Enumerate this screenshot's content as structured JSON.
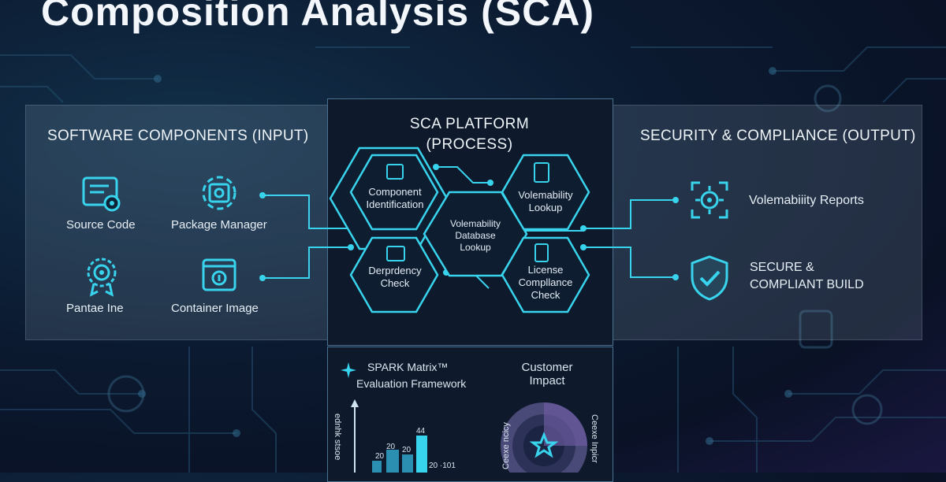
{
  "title": "Composition Analysis (SCA)",
  "input": {
    "heading": "SOFTWARE COMPONENTS (INPUT)",
    "items": [
      "Source Code",
      "Package Manager",
      "Pantae Ine",
      "Container Image"
    ]
  },
  "platform": {
    "heading_line1": "SCA PLATFORM",
    "heading_line2": "(PROCESS)",
    "hexes": [
      {
        "line1": "Component",
        "line2": "Identification",
        "line3": ""
      },
      {
        "line1": "Volemability",
        "line2": "Lookup",
        "line3": ""
      },
      {
        "line1": "Volemability",
        "line2": "Database",
        "line3": "Lookup"
      },
      {
        "line1": "Derprdency",
        "line2": "Check",
        "line3": ""
      },
      {
        "line1": "License",
        "line2": "Compllance",
        "line3": "Check"
      }
    ]
  },
  "output": {
    "heading": "SECURITY & COMPLIANCE (OUTPUT)",
    "items": [
      {
        "line1": "Volemabiiity Reports",
        "line2": ""
      },
      {
        "line1": "SECURE &",
        "line2": "COMPLIANT BUILD"
      }
    ]
  },
  "spark": {
    "title_line1": "SPARK Matrix™",
    "title_line2": "Evaluation Framework",
    "axis_label": "ednhk stsoe",
    "bar_labels": [
      "20",
      "20",
      "20",
      "44"
    ],
    "trail_label": "20 ·101"
  },
  "impact": {
    "title_line1": "Customer",
    "title_line2": "Impact",
    "left_label": "Ceexe ncicy",
    "right_label": "Ceexe Inpicr"
  },
  "colors": {
    "accent": "#38d3ec",
    "panel": "#0e1a2c",
    "border": "#49728f"
  }
}
